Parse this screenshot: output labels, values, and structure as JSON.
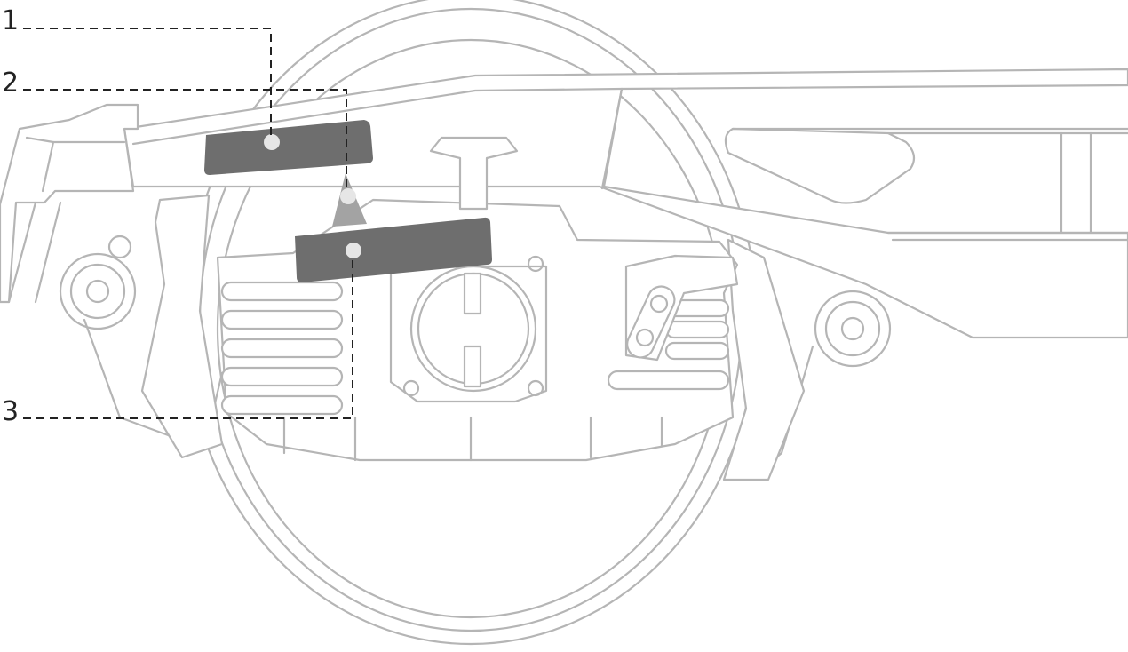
{
  "callouts": [
    {
      "id": "1",
      "label": "1"
    },
    {
      "id": "2",
      "label": "2"
    },
    {
      "id": "3",
      "label": "3"
    }
  ],
  "colors": {
    "outline": "#b5b5b5",
    "pad": "#6e6e6e",
    "sensor_triangle": "#a3a3a3",
    "marker_dot": "#e6e6e6",
    "leader": "#222222",
    "background": "#ffffff"
  }
}
